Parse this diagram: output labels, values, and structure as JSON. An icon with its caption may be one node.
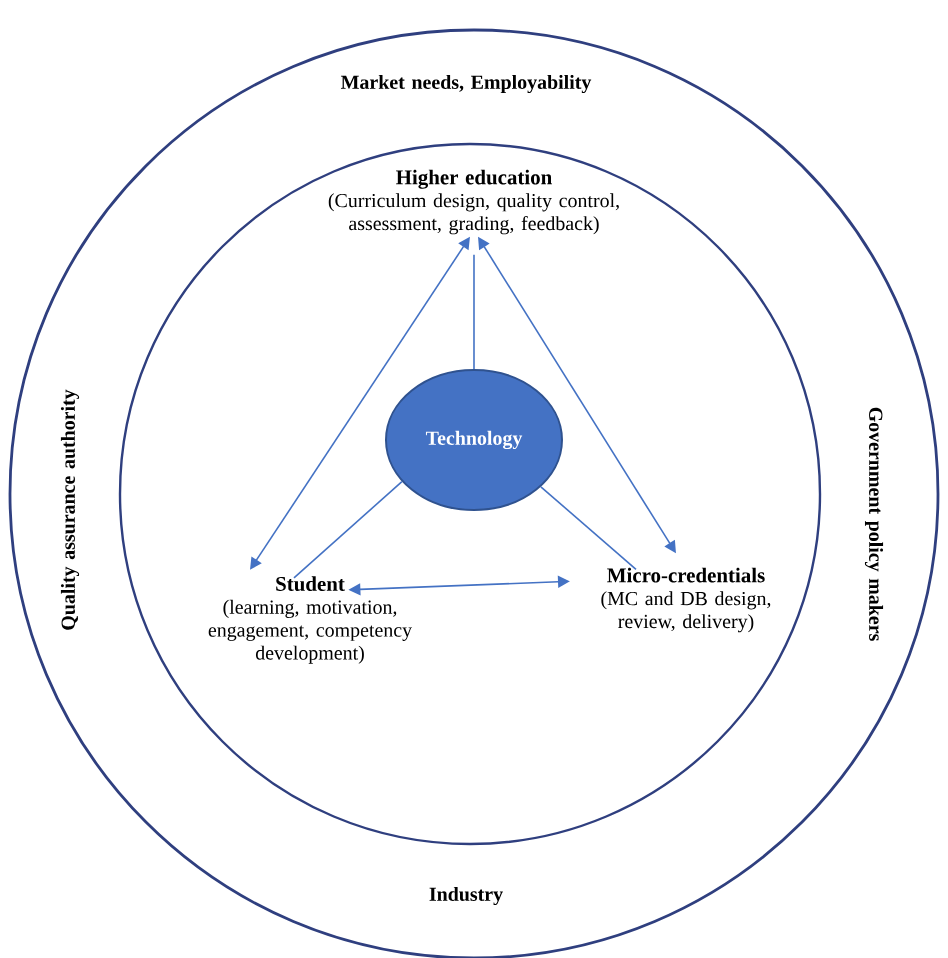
{
  "diagram": {
    "nodes": [
      {
        "text": [
          "Market needs, Employability",
          "Government policy makers",
          "Industry",
          "Quality assurance authority"
        ]
      },
      {
        "text": [],
        "shape": "circle",
        "in": 0
      },
      {
        "text": [
          "Higher education",
          "(Curriculum design, quality control, assessment, grading, feedback)"
        ],
        "in": 1
      },
      {
        "text": [
          "Technology"
        ],
        "in": 1
      },
      {
        "text": [
          "Student",
          "(learning, motivation, engagement, competency development)"
        ],
        "in": 1
      },
      {
        "text": [
          "Micro-credentials",
          "(MC and DB design, review, delivery)"
        ],
        "in": 1
      }
    ],
    "edges": [
      {
        "from": 2,
        "to": 4,
        "arrow": "both"
      },
      {
        "from": 2,
        "to": 5,
        "arrow": "both"
      },
      {
        "from": 4,
        "to": 5,
        "arrow": "both"
      },
      {
        "from": 3,
        "to": 2,
        "arrow": "none"
      },
      {
        "from": 3,
        "to": 4,
        "arrow": "none"
      },
      {
        "from": 3,
        "to": 5,
        "arrow": "none"
      }
    ]
  }
}
